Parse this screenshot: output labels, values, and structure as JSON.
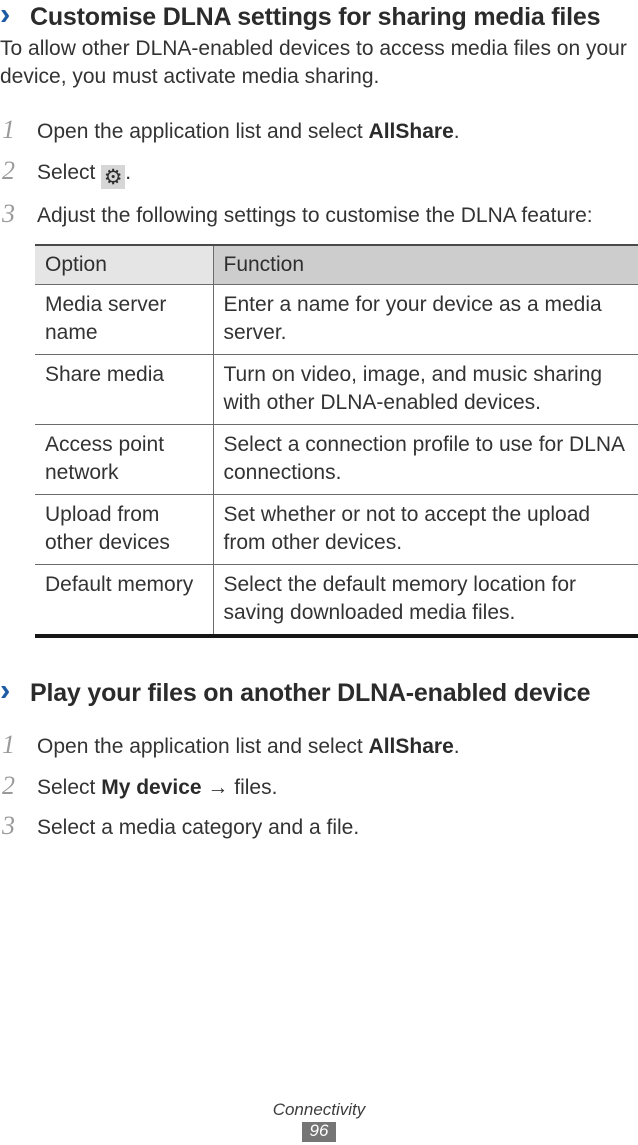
{
  "colors": {
    "accent_blue": "#1e5ca6",
    "body_text": "#333333",
    "step_number_gray": "#9a9a9a",
    "table_header_option_bg": "#e5e5e5",
    "table_header_function_bg": "#cdcdcd",
    "gear_icon_bg": "#d6d6d6",
    "page_badge_bg": "#757575",
    "page_badge_text": "#ffffff"
  },
  "sections": [
    {
      "id": "customise-dlna",
      "bullet": "›",
      "heading": "Customise DLNA settings for sharing media files",
      "intro": "To allow other DLNA-enabled devices to access media files on your device, you must activate media sharing.",
      "steps": [
        {
          "num": "1",
          "segments": [
            {
              "t": "Open the application list and select "
            },
            {
              "t": "AllShare",
              "b": true
            },
            {
              "t": "."
            }
          ]
        },
        {
          "num": "2",
          "segments": [
            {
              "t": "Select "
            },
            {
              "icon": "gear",
              "glyph": "⚙"
            },
            {
              "t": "."
            }
          ]
        },
        {
          "num": "3",
          "segments": [
            {
              "t": "Adjust the following settings to customise the DLNA feature:"
            }
          ]
        }
      ]
    },
    {
      "id": "play-files",
      "bullet": "›",
      "heading": "Play your files on another DLNA-enabled device",
      "intro": "",
      "steps": [
        {
          "num": "1",
          "segments": [
            {
              "t": "Open the application list and select "
            },
            {
              "t": "AllShare",
              "b": true
            },
            {
              "t": "."
            }
          ]
        },
        {
          "num": "2",
          "segments": [
            {
              "t": "Select "
            },
            {
              "t": "My device",
              "b": true
            },
            {
              "t": " → files."
            }
          ]
        },
        {
          "num": "3",
          "segments": [
            {
              "t": "Select a media category and a file."
            }
          ]
        }
      ]
    }
  ],
  "table": {
    "headers": [
      "Option",
      "Function"
    ],
    "rows": [
      {
        "option": "Media server name",
        "function": "Enter a name for your device as a media server."
      },
      {
        "option": "Share media",
        "function": "Turn on video, image, and music sharing with other DLNA-enabled devices."
      },
      {
        "option": "Access point network",
        "function": "Select a connection profile to use for DLNA connections."
      },
      {
        "option": "Upload from other devices",
        "function": "Set whether or not to accept the upload from other devices."
      },
      {
        "option": "Default memory",
        "function": "Select the default memory location for saving downloaded media files."
      }
    ]
  },
  "footer": {
    "chapter": "Connectivity",
    "page_number": "96"
  }
}
